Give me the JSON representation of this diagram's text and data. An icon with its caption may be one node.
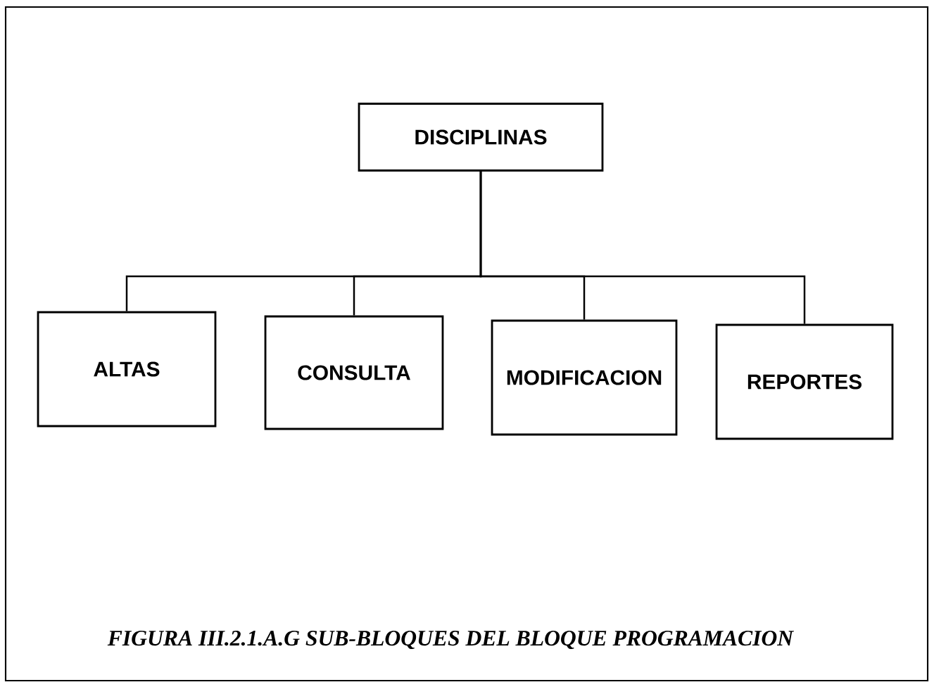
{
  "diagram": {
    "caption": "FIGURA III.2.1.A.G  SUB-BLOQUES DEL BLOQUE PROGRAMACION",
    "nodes": [
      {
        "text": [
          "DISCIPLINAS"
        ]
      },
      {
        "text": [
          "ALTAS"
        ]
      },
      {
        "text": [
          "CONSULTA"
        ]
      },
      {
        "text": [
          "MODIFICACION"
        ]
      },
      {
        "text": [
          "REPORTES"
        ]
      }
    ],
    "edges": [
      {
        "from": 0,
        "to": 1,
        "arrow": "none"
      },
      {
        "from": 0,
        "to": 2,
        "arrow": "none"
      },
      {
        "from": 0,
        "to": 3,
        "arrow": "none"
      },
      {
        "from": 0,
        "to": 4,
        "arrow": "none"
      }
    ]
  }
}
